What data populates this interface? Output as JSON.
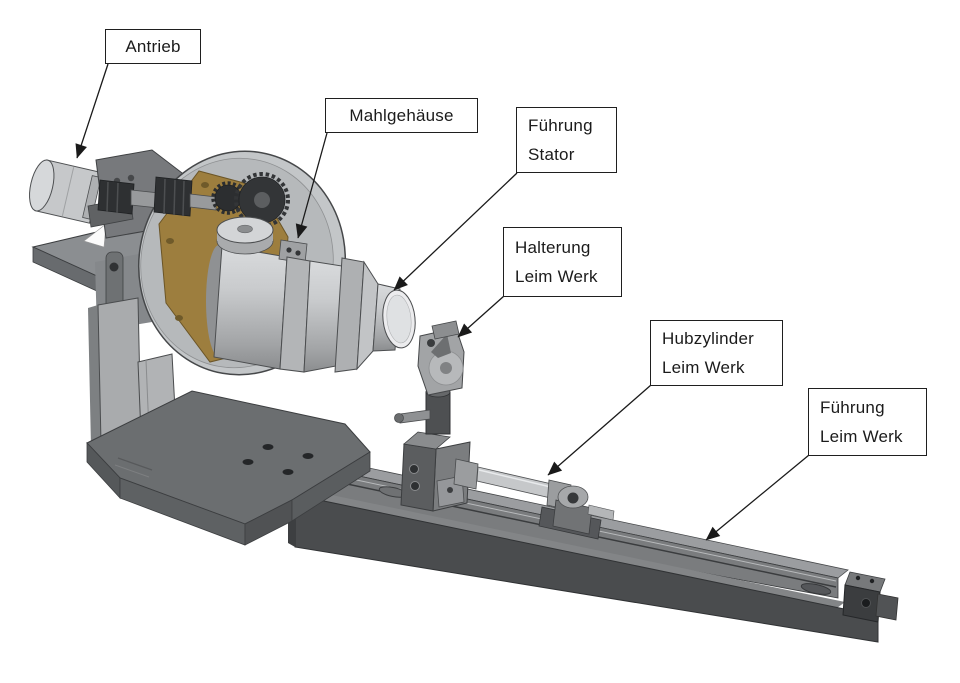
{
  "figure": {
    "type": "annotated-cad-assembly",
    "description": "Isometric CAD rendering of a grinding / glue-applicator test rig with six annotated components",
    "background_color": "#ffffff"
  },
  "labels": [
    {
      "id": "antrieb",
      "target_part": "drive-motor",
      "lines": [
        "Antrieb"
      ]
    },
    {
      "id": "mahlgehaeuse",
      "target_part": "grinding-housing",
      "lines": [
        "Mahlgehäuse"
      ]
    },
    {
      "id": "fuehrung-stator",
      "target_part": "stator-guide-shaft",
      "lines": [
        "Führung",
        "Stator"
      ]
    },
    {
      "id": "halterung-leim-werk",
      "target_part": "glue-unit-holder",
      "lines": [
        "Halterung",
        "Leim Werk"
      ]
    },
    {
      "id": "hubzylinder-leim-werk",
      "target_part": "glue-unit-lift-cylinder",
      "lines": [
        "Hubzylinder",
        "Leim Werk"
      ]
    },
    {
      "id": "fuehrung-leim-werk",
      "target_part": "glue-unit-guide-rail",
      "lines": [
        "Führung",
        "Leim Werk"
      ]
    }
  ],
  "colors": {
    "gasket_gold": "#9d7e3e",
    "steel_light": "#c8cacc",
    "steel_mid": "#9a9c9e",
    "frame_gray": "#6b6e70",
    "rail_dark": "#4a4c4e",
    "outline": "#3c3e40",
    "label_border": "#1f1f1f",
    "leader_line": "#1a1a1a"
  }
}
